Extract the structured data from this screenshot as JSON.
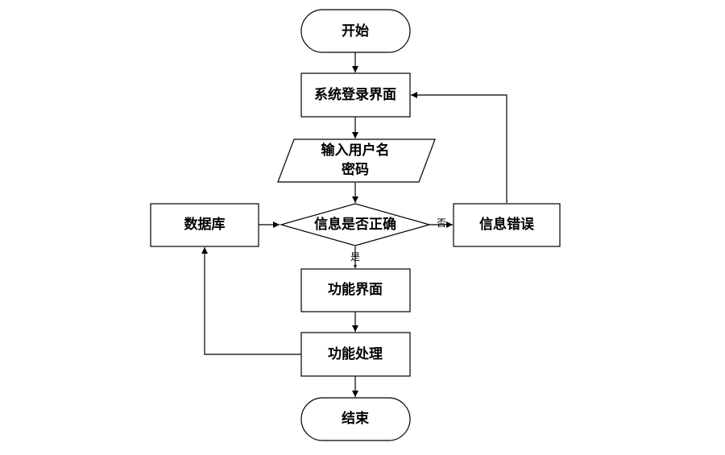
{
  "nodes": {
    "start": "开始",
    "login_screen": "系统登录界面",
    "input_line1": "输入用户名",
    "input_line2": "密码",
    "check": "信息是否正确",
    "database": "数据库",
    "error": "信息错误",
    "function_screen": "功能界面",
    "function_process": "功能处理",
    "end": "结束"
  },
  "edges": {
    "no_label": "否",
    "yes_label": "是"
  }
}
